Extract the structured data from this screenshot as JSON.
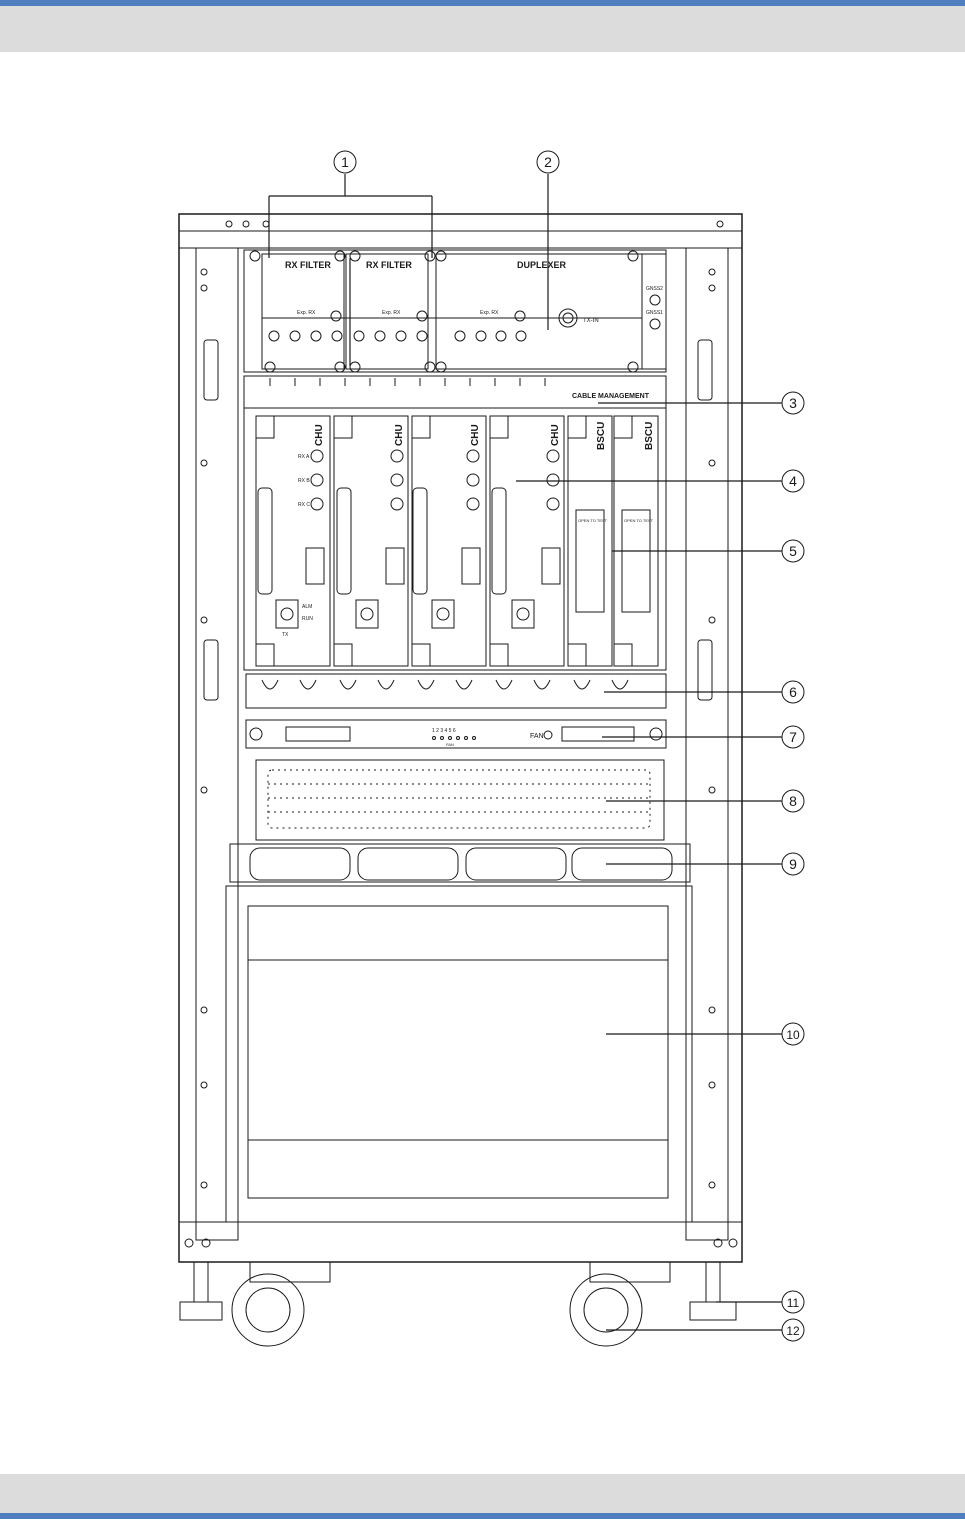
{
  "panels": {
    "rx_filter_1": "RX FILTER",
    "rx_filter_2": "RX FILTER",
    "duplexer": "DUPLEXER",
    "cable_management": "CABLE MANAGEMENT",
    "fan": "FAN",
    "fan_leds": "1 2 3 4 5 6",
    "fan_small": "FAN"
  },
  "module_labels": {
    "chu": "CHU",
    "bscu": "BSCU",
    "rx_a": "RX A",
    "rx_b": "RX B",
    "rx_c": "RX C",
    "open_to_test": "OPEN TO TEST",
    "tx": "TX",
    "alm": "ALM",
    "run": "RUN",
    "exp_rx": "Exp. RX",
    "tx_in": "TX-IN",
    "gnss1": "GNSS1",
    "gnss2": "GNSS2"
  },
  "callouts": [
    "1",
    "2",
    "3",
    "4",
    "5",
    "6",
    "7",
    "8",
    "9",
    "10",
    "11",
    "12"
  ],
  "colors": {
    "band": "#dcdcdc",
    "band_accent": "#4f7fbf",
    "line": "#1a1a1a"
  }
}
